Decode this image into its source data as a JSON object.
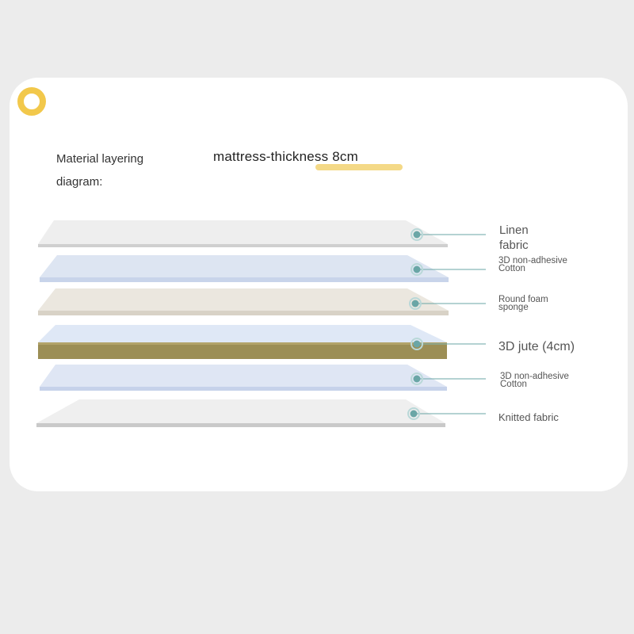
{
  "diagram": {
    "left_title": "Material layering\ndiagram:",
    "main_title": "mattress-thickness 8cm",
    "layers": [
      {
        "label": "Linen\nfabric",
        "colors": {
          "top": "#eeeeee",
          "side": "#cfcfcf"
        }
      },
      {
        "label": "3D non-adhesive\nCotton",
        "colors": {
          "top": "#dde5f2",
          "side": "#c8d4ea"
        }
      },
      {
        "label": "Round foam\nsponge",
        "colors": {
          "top": "#ebe7df",
          "side": "#d8d2c6"
        }
      },
      {
        "label": "3D jute (4cm)",
        "colors": {
          "top": "#dfe8f6",
          "side": "#9c8e55"
        }
      },
      {
        "label": "3D non-adhesive\nCotton",
        "colors": {
          "top": "#dfe6f4",
          "side": "#c6d2ea"
        }
      },
      {
        "label": "Knitted fabric",
        "colors": {
          "top": "#efefef",
          "side": "#c9c9c9"
        }
      }
    ],
    "accent_color": "#f2c84b",
    "connector_color": "#6aa6a6"
  }
}
